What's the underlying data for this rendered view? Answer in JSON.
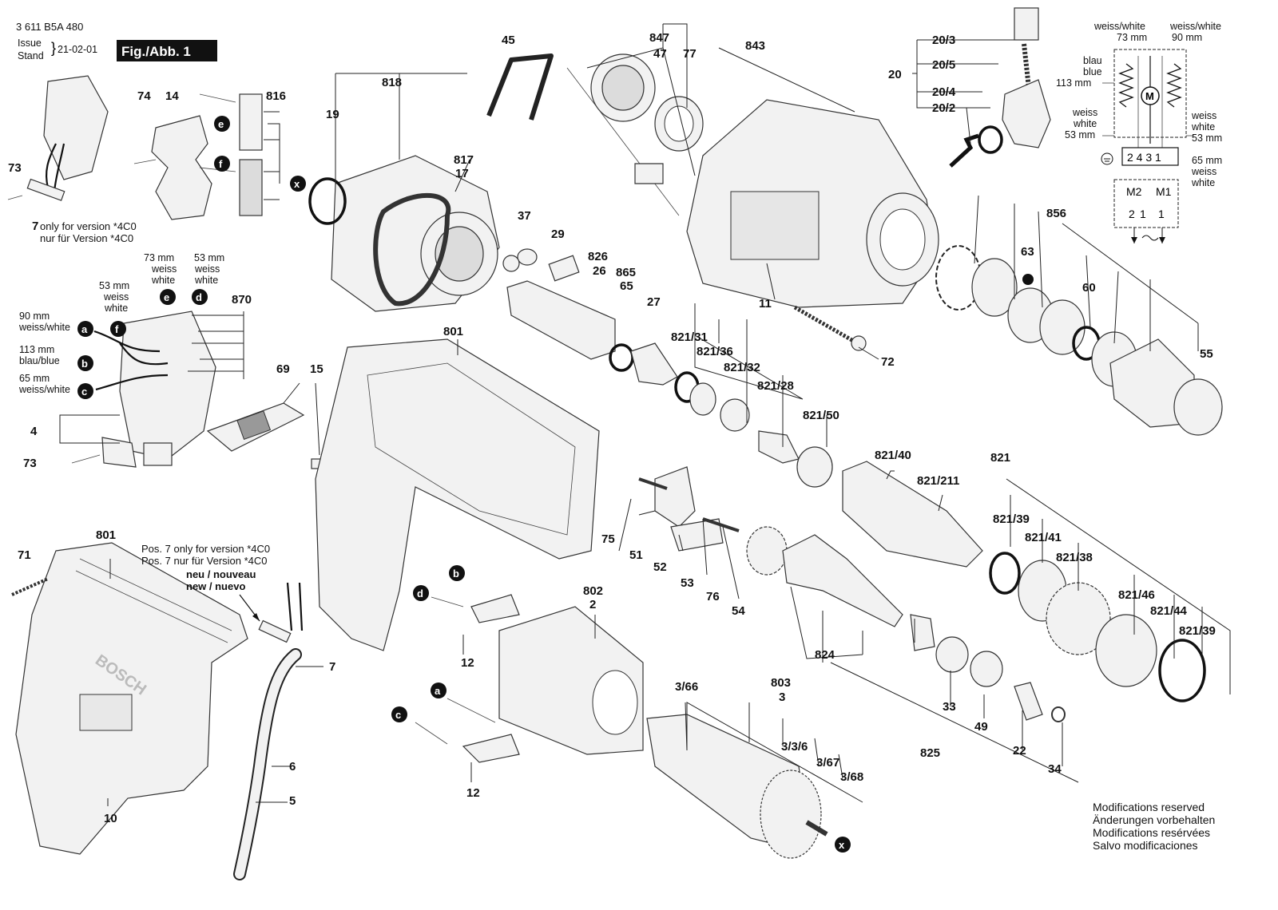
{
  "header": {
    "doc_number": "3 611 B5A 480",
    "issue_label": "Issue",
    "stand_label": "Stand",
    "issue_date": "21-02-01",
    "figure_label": "Fig./Abb. 1"
  },
  "callouts": [
    "a",
    "b",
    "c",
    "d",
    "e",
    "f",
    "x"
  ],
  "part_numbers": [
    "73",
    "7",
    "74",
    "14",
    "816",
    "45",
    "847",
    "47",
    "77",
    "843",
    "818",
    "19",
    "817",
    "17",
    "20",
    "20/3",
    "20/5",
    "20/4",
    "20/2",
    "870",
    "69",
    "15",
    "801",
    "37",
    "29",
    "826",
    "26",
    "865",
    "65",
    "27",
    "11",
    "72",
    "856",
    "63",
    "60",
    "55",
    "4",
    "821/31",
    "821/36",
    "821/32",
    "821/28",
    "821/50",
    "821/40",
    "821/211",
    "821",
    "821/39",
    "821/41",
    "821/38",
    "821/46",
    "821/44",
    "75",
    "51",
    "52",
    "53",
    "76",
    "54",
    "71",
    "802",
    "2",
    "12",
    "10",
    "6",
    "5",
    "3/66",
    "803",
    "3",
    "3/3/6",
    "3/67",
    "3/68",
    "824",
    "825",
    "33",
    "49",
    "22",
    "34"
  ],
  "notes": {
    "version_en": "only for version *4C0",
    "version_de": "nur für Version  *4C0",
    "pos7_en": "Pos. 7 only for version *4C0",
    "pos7_de": "Pos. 7 nur für Version  *4C0",
    "new_de_fr": "neu / nouveau",
    "new_en_es": "new / nuevo"
  },
  "wire_labels": {
    "w73": [
      "73 mm",
      "weiss",
      "white"
    ],
    "w53a": [
      "53 mm",
      "weiss",
      "white"
    ],
    "w53b": [
      "53 mm",
      "weiss",
      "white"
    ],
    "w90": [
      "90 mm",
      "weiss/white"
    ],
    "w113": [
      "113 mm",
      "blau/blue"
    ],
    "w65": [
      "65 mm",
      "weiss/white"
    ]
  },
  "schematic": {
    "top_left": [
      "weiss/white",
      "73 mm"
    ],
    "top_right": [
      "weiss/white",
      "90 mm"
    ],
    "left_blue": [
      "blau",
      "blue",
      "113 mm"
    ],
    "left_white": [
      "weiss",
      "white",
      "53 mm"
    ],
    "right_white": [
      "weiss",
      "white",
      "53 mm"
    ],
    "right_bottom": [
      "65 mm",
      "weiss",
      "white"
    ],
    "motor_symbol": "M",
    "terminals": "2 4 3 1",
    "switch_labels": [
      "M2",
      "M1"
    ],
    "switch_contacts": [
      "2",
      "1",
      "1"
    ]
  },
  "footer": {
    "lines": [
      "Modifications reserved",
      "Änderungen vorbehalten",
      "Modifications resérvées",
      "Salvo modificaciones"
    ]
  },
  "housing_logo": "BOSCH"
}
